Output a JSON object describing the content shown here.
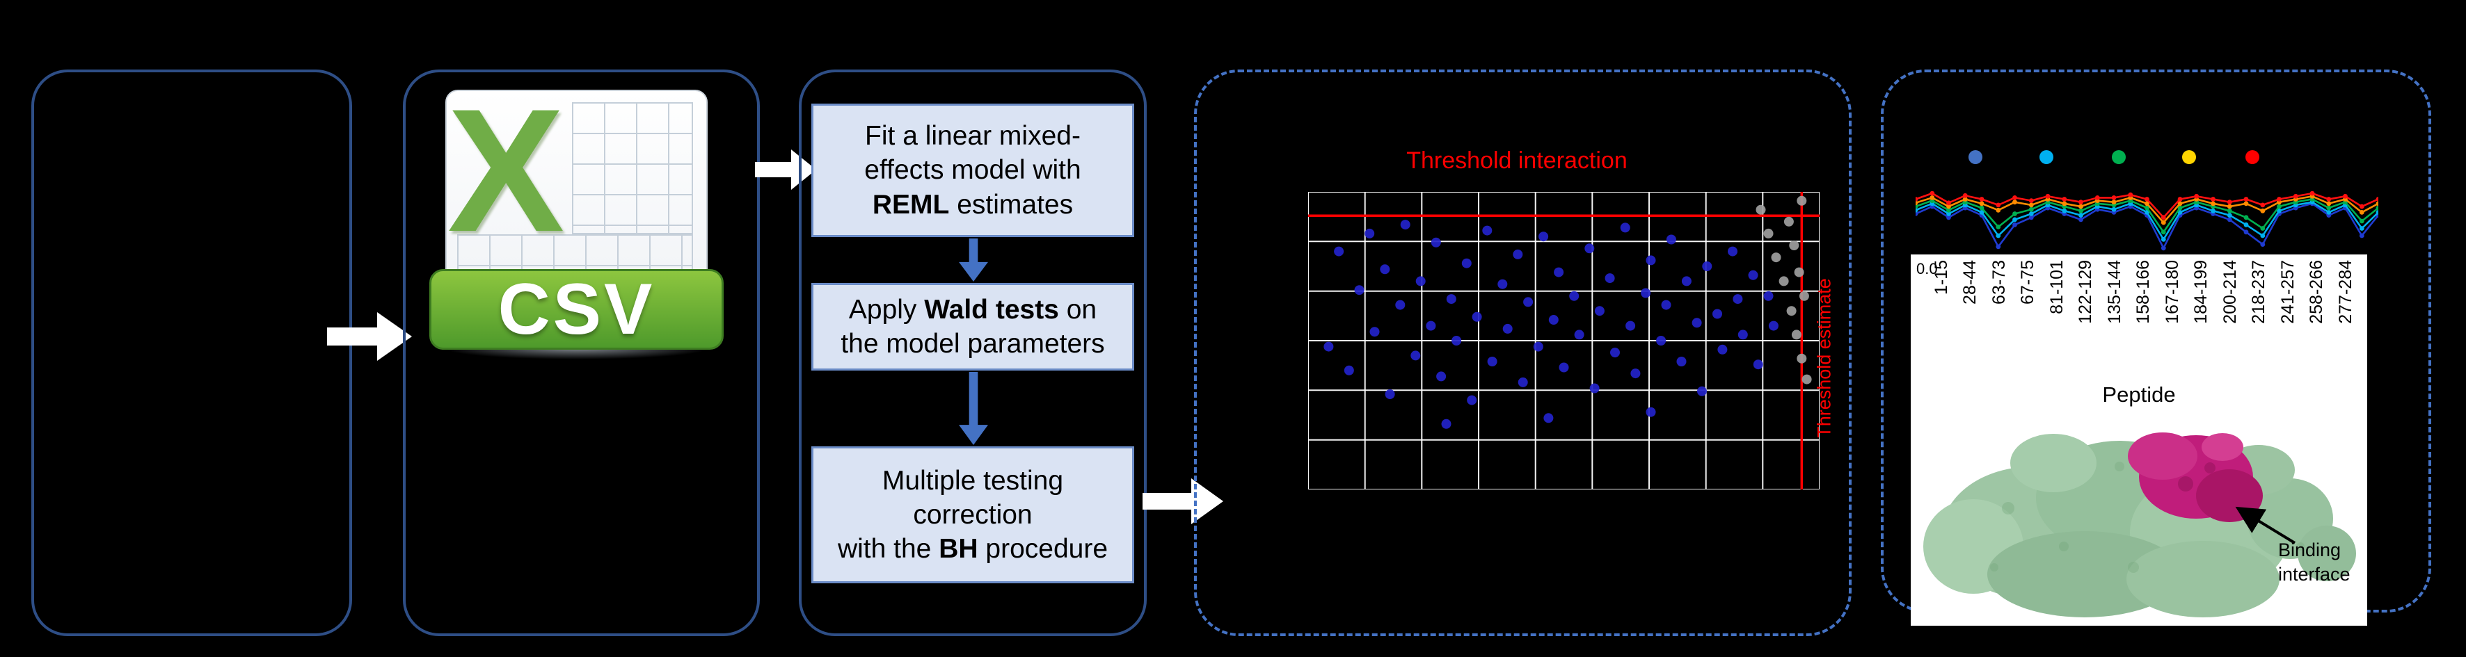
{
  "canvas": {
    "bg": "#000000"
  },
  "colors": {
    "panel-border": "#2e4e86",
    "dashed-border": "#4472c4",
    "box-fill": "#dae3f3",
    "box-border": "#6b8cc7",
    "flow-arrow": "#ffffff",
    "step-arrow": "#4472c4",
    "threshold-red": "#ff0000",
    "scatter-blue": "#2323cb",
    "scatter-gray": "#9e9e9e",
    "csv-green": "#70ad47",
    "protein-green": "#9ec6a4",
    "protein-magenta": "#c01d7b"
  },
  "csv_icon": {
    "letter": "X",
    "label": "CSV"
  },
  "steps": {
    "fit": {
      "l1": "Fit a linear mixed-",
      "l2": "effects model with",
      "bold": "REML",
      "after": " estimates"
    },
    "wald": {
      "pre": "Apply ",
      "bold": "Wald tests",
      "post": " on",
      "l2": "the model parameters"
    },
    "bh": {
      "l1": "Multiple testing",
      "l2": "correction",
      "pre": "with the ",
      "bold": "BH",
      "post": " procedure"
    }
  },
  "scatter_panel": {
    "title": "Threshold interaction",
    "right_label": "Threshold estimate"
  },
  "peptide_panel": {
    "y_tick": "0.0",
    "axis_label": "Peptide",
    "peptides": [
      "1-15",
      "28-44",
      "63-73",
      "67-75",
      "81-101",
      "122-129",
      "135-144",
      "158-166",
      "167-180",
      "184-199",
      "200-214",
      "218-237",
      "241-257",
      "258-266",
      "277-284"
    ],
    "binding_l1": "Binding",
    "binding_l2": "interface"
  },
  "chart_data": [
    {
      "type": "scatter",
      "title": "Threshold interaction",
      "right_label": "Threshold estimate",
      "grid": {
        "cols": 9,
        "rows": 6,
        "color": "#ffffff"
      },
      "threshold_color": "#ff0000",
      "threshold_h_frac": 0.08,
      "threshold_v_frac": 0.965,
      "note": "axis tick values not legible in source; point coordinates normalized 0-1 within plot box (y down)",
      "series": [
        {
          "name": "blue",
          "color": "#2323cb",
          "points": [
            [
              0.04,
              0.52
            ],
            [
              0.06,
              0.2
            ],
            [
              0.08,
              0.6
            ],
            [
              0.1,
              0.33
            ],
            [
              0.12,
              0.14
            ],
            [
              0.13,
              0.47
            ],
            [
              0.15,
              0.26
            ],
            [
              0.16,
              0.68
            ],
            [
              0.18,
              0.38
            ],
            [
              0.19,
              0.11
            ],
            [
              0.21,
              0.55
            ],
            [
              0.22,
              0.3
            ],
            [
              0.24,
              0.45
            ],
            [
              0.25,
              0.17
            ],
            [
              0.26,
              0.62
            ],
            [
              0.28,
              0.36
            ],
            [
              0.29,
              0.5
            ],
            [
              0.31,
              0.24
            ],
            [
              0.32,
              0.7
            ],
            [
              0.33,
              0.42
            ],
            [
              0.35,
              0.13
            ],
            [
              0.36,
              0.57
            ],
            [
              0.38,
              0.31
            ],
            [
              0.39,
              0.46
            ],
            [
              0.41,
              0.21
            ],
            [
              0.42,
              0.64
            ],
            [
              0.43,
              0.37
            ],
            [
              0.45,
              0.52
            ],
            [
              0.46,
              0.15
            ],
            [
              0.48,
              0.43
            ],
            [
              0.49,
              0.27
            ],
            [
              0.5,
              0.59
            ],
            [
              0.52,
              0.35
            ],
            [
              0.53,
              0.48
            ],
            [
              0.55,
              0.19
            ],
            [
              0.56,
              0.66
            ],
            [
              0.57,
              0.4
            ],
            [
              0.59,
              0.29
            ],
            [
              0.6,
              0.54
            ],
            [
              0.62,
              0.12
            ],
            [
              0.63,
              0.45
            ],
            [
              0.64,
              0.61
            ],
            [
              0.66,
              0.34
            ],
            [
              0.67,
              0.23
            ],
            [
              0.69,
              0.5
            ],
            [
              0.7,
              0.38
            ],
            [
              0.71,
              0.16
            ],
            [
              0.73,
              0.57
            ],
            [
              0.74,
              0.3
            ],
            [
              0.76,
              0.44
            ],
            [
              0.77,
              0.67
            ],
            [
              0.78,
              0.25
            ],
            [
              0.8,
              0.41
            ],
            [
              0.81,
              0.53
            ],
            [
              0.83,
              0.2
            ],
            [
              0.84,
              0.36
            ],
            [
              0.85,
              0.48
            ],
            [
              0.87,
              0.28
            ],
            [
              0.88,
              0.58
            ],
            [
              0.9,
              0.35
            ],
            [
              0.91,
              0.45
            ],
            [
              0.27,
              0.78
            ],
            [
              0.47,
              0.76
            ],
            [
              0.67,
              0.74
            ]
          ]
        },
        {
          "name": "gray",
          "color": "#9e9e9e",
          "points": [
            [
              0.885,
              0.06
            ],
            [
              0.9,
              0.14
            ],
            [
              0.915,
              0.22
            ],
            [
              0.93,
              0.3
            ],
            [
              0.94,
              0.1
            ],
            [
              0.945,
              0.4
            ],
            [
              0.95,
              0.18
            ],
            [
              0.955,
              0.48
            ],
            [
              0.96,
              0.27
            ],
            [
              0.965,
              0.56
            ],
            [
              0.97,
              0.35
            ],
            [
              0.975,
              0.63
            ],
            [
              0.965,
              0.03
            ]
          ]
        }
      ]
    },
    {
      "type": "line",
      "note": "per-peptide traces; y values normalized 0-1 (y down), axes not legible in source",
      "legend_colors": [
        "#4472c4",
        "#00b0f0",
        "#00b050",
        "#ffd500",
        "#ff0000"
      ],
      "series": [
        {
          "name": "blue",
          "color": "#1f3bd0",
          "values": [
            0.5,
            0.4,
            0.55,
            0.42,
            0.52,
            0.95,
            0.65,
            0.55,
            0.42,
            0.5,
            0.58,
            0.44,
            0.48,
            0.4,
            0.52,
            0.97,
            0.52,
            0.42,
            0.5,
            0.58,
            0.75,
            0.92,
            0.5,
            0.42,
            0.36,
            0.52,
            0.42,
            0.8,
            0.52
          ]
        },
        {
          "name": "cyan",
          "color": "#00b0f0",
          "values": [
            0.45,
            0.36,
            0.5,
            0.38,
            0.48,
            0.8,
            0.58,
            0.5,
            0.38,
            0.46,
            0.52,
            0.4,
            0.44,
            0.36,
            0.48,
            0.85,
            0.48,
            0.38,
            0.46,
            0.52,
            0.65,
            0.8,
            0.46,
            0.38,
            0.34,
            0.48,
            0.38,
            0.7,
            0.48
          ]
        },
        {
          "name": "green",
          "color": "#00b050",
          "values": [
            0.4,
            0.32,
            0.45,
            0.34,
            0.42,
            0.68,
            0.5,
            0.44,
            0.34,
            0.4,
            0.46,
            0.36,
            0.38,
            0.32,
            0.42,
            0.75,
            0.42,
            0.34,
            0.4,
            0.46,
            0.55,
            0.7,
            0.4,
            0.34,
            0.3,
            0.42,
            0.34,
            0.6,
            0.42
          ]
        },
        {
          "name": "orange",
          "color": "#ff8c00",
          "values": [
            0.35,
            0.28,
            0.4,
            0.3,
            0.36,
            0.45,
            0.34,
            0.38,
            0.3,
            0.36,
            0.4,
            0.32,
            0.34,
            0.28,
            0.36,
            0.62,
            0.36,
            0.3,
            0.36,
            0.4,
            0.36,
            0.46,
            0.34,
            0.3,
            0.26,
            0.36,
            0.3,
            0.48,
            0.36
          ]
        },
        {
          "name": "red",
          "color": "#ff1010",
          "values": [
            0.3,
            0.22,
            0.35,
            0.25,
            0.3,
            0.38,
            0.28,
            0.32,
            0.26,
            0.3,
            0.34,
            0.28,
            0.28,
            0.24,
            0.3,
            0.55,
            0.3,
            0.26,
            0.3,
            0.34,
            0.3,
            0.38,
            0.3,
            0.26,
            0.22,
            0.3,
            0.26,
            0.4,
            0.3
          ]
        }
      ]
    }
  ]
}
